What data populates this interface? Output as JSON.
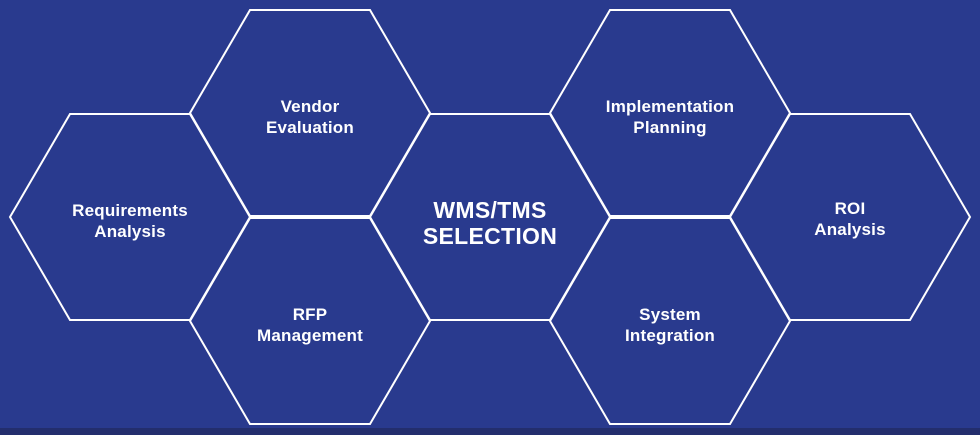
{
  "theme": {
    "background_color": "#293a8e",
    "line_color": "#ffffff",
    "text_color": "#ffffff",
    "bottom_strip_color": "#232e6d"
  },
  "diagram": {
    "title": "WMS/TMS Selection honeycomb process diagram",
    "hexagons": [
      {
        "id": "requirements-analysis",
        "label": "Requirements\nAnalysis"
      },
      {
        "id": "vendor-evaluation",
        "label": "Vendor\nEvaluation"
      },
      {
        "id": "rfp-management",
        "label": "RFP\nManagement"
      },
      {
        "id": "wms-tms-selection",
        "label": "WMS/TMS\nSELECTION"
      },
      {
        "id": "implementation-planning",
        "label": "Implementation\nPlanning"
      },
      {
        "id": "system-integration",
        "label": "System\nIntegration"
      },
      {
        "id": "roi-analysis",
        "label": "ROI\nAnalysis"
      }
    ]
  }
}
